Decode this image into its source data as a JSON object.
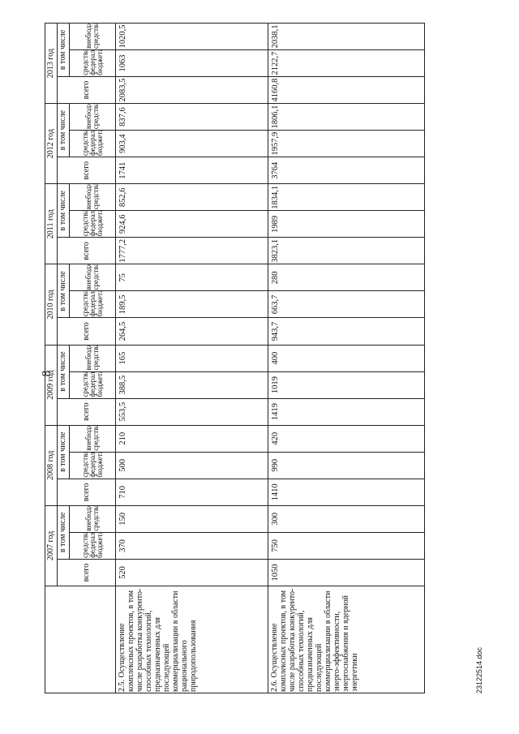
{
  "page_number": "8",
  "footer": "23122514.doc",
  "header": {
    "years": [
      "2007 год",
      "2008 год",
      "2009 год",
      "2010 год",
      "2011 год",
      "2012 год",
      "2013 год"
    ],
    "total_label": "всего",
    "including_label": "в том числе",
    "federal_label": "средства федерального бюджета",
    "extra_label": "внебюджетные средства"
  },
  "rows": [
    {
      "label": "2.5. Осуществление комплексных проектов, в том числе разработка конкуренто-способных технологий, предназначенных для последующей коммерциализации в области рационального природопользования",
      "values": [
        "520",
        "370",
        "150",
        "710",
        "500",
        "210",
        "553,5",
        "388,5",
        "165",
        "264,5",
        "189,5",
        "75",
        "1777,2",
        "924,6",
        "852,6",
        "1741",
        "903,4",
        "837,6",
        "2083,5",
        "1063",
        "1020,5"
      ]
    },
    {
      "label": "2.6. Осуществление комплексных проектов, в том числе разработка конкуренто-способных технологий, предназначенных для последующей коммерциализации в области энерго-эффективности, энергоснабжения и ядерной энергетики",
      "values": [
        "1050",
        "750",
        "300",
        "1410",
        "990",
        "420",
        "1419",
        "1019",
        "400",
        "943,7",
        "663,7",
        "280",
        "3823,1",
        "1989",
        "1834,1",
        "3764",
        "1957,9",
        "1806,1",
        "4160,8",
        "2122,7",
        "2038,1"
      ]
    }
  ]
}
